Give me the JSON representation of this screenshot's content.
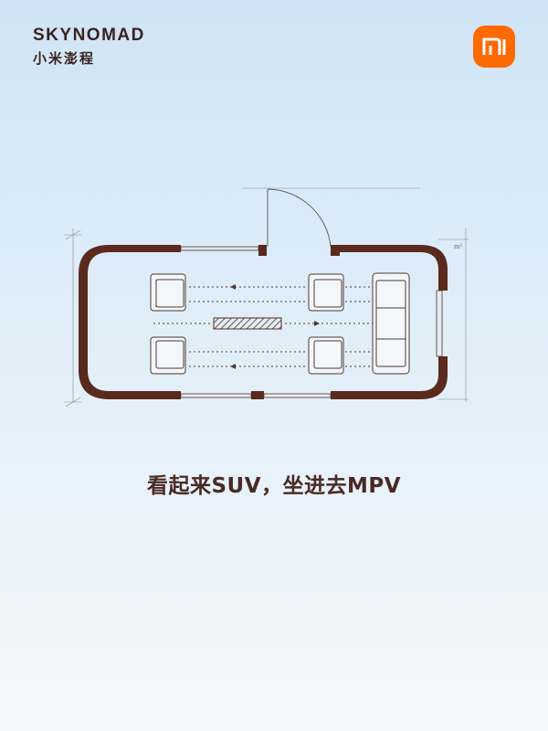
{
  "brand": {
    "name_en": "SKYNOMAD",
    "name_cn": "小米澎程",
    "logo_icon": "xiaomi-mi-logo",
    "accent_color": "#ff6a00",
    "text_color": "#3a2320"
  },
  "floorplan": {
    "area_unit": "m²",
    "wall_color": "#5a2a1e",
    "seats": [
      "armchair",
      "armchair",
      "armchair",
      "armchair",
      "sofa"
    ]
  },
  "slogan": "看起来SUV，坐进去MPV"
}
